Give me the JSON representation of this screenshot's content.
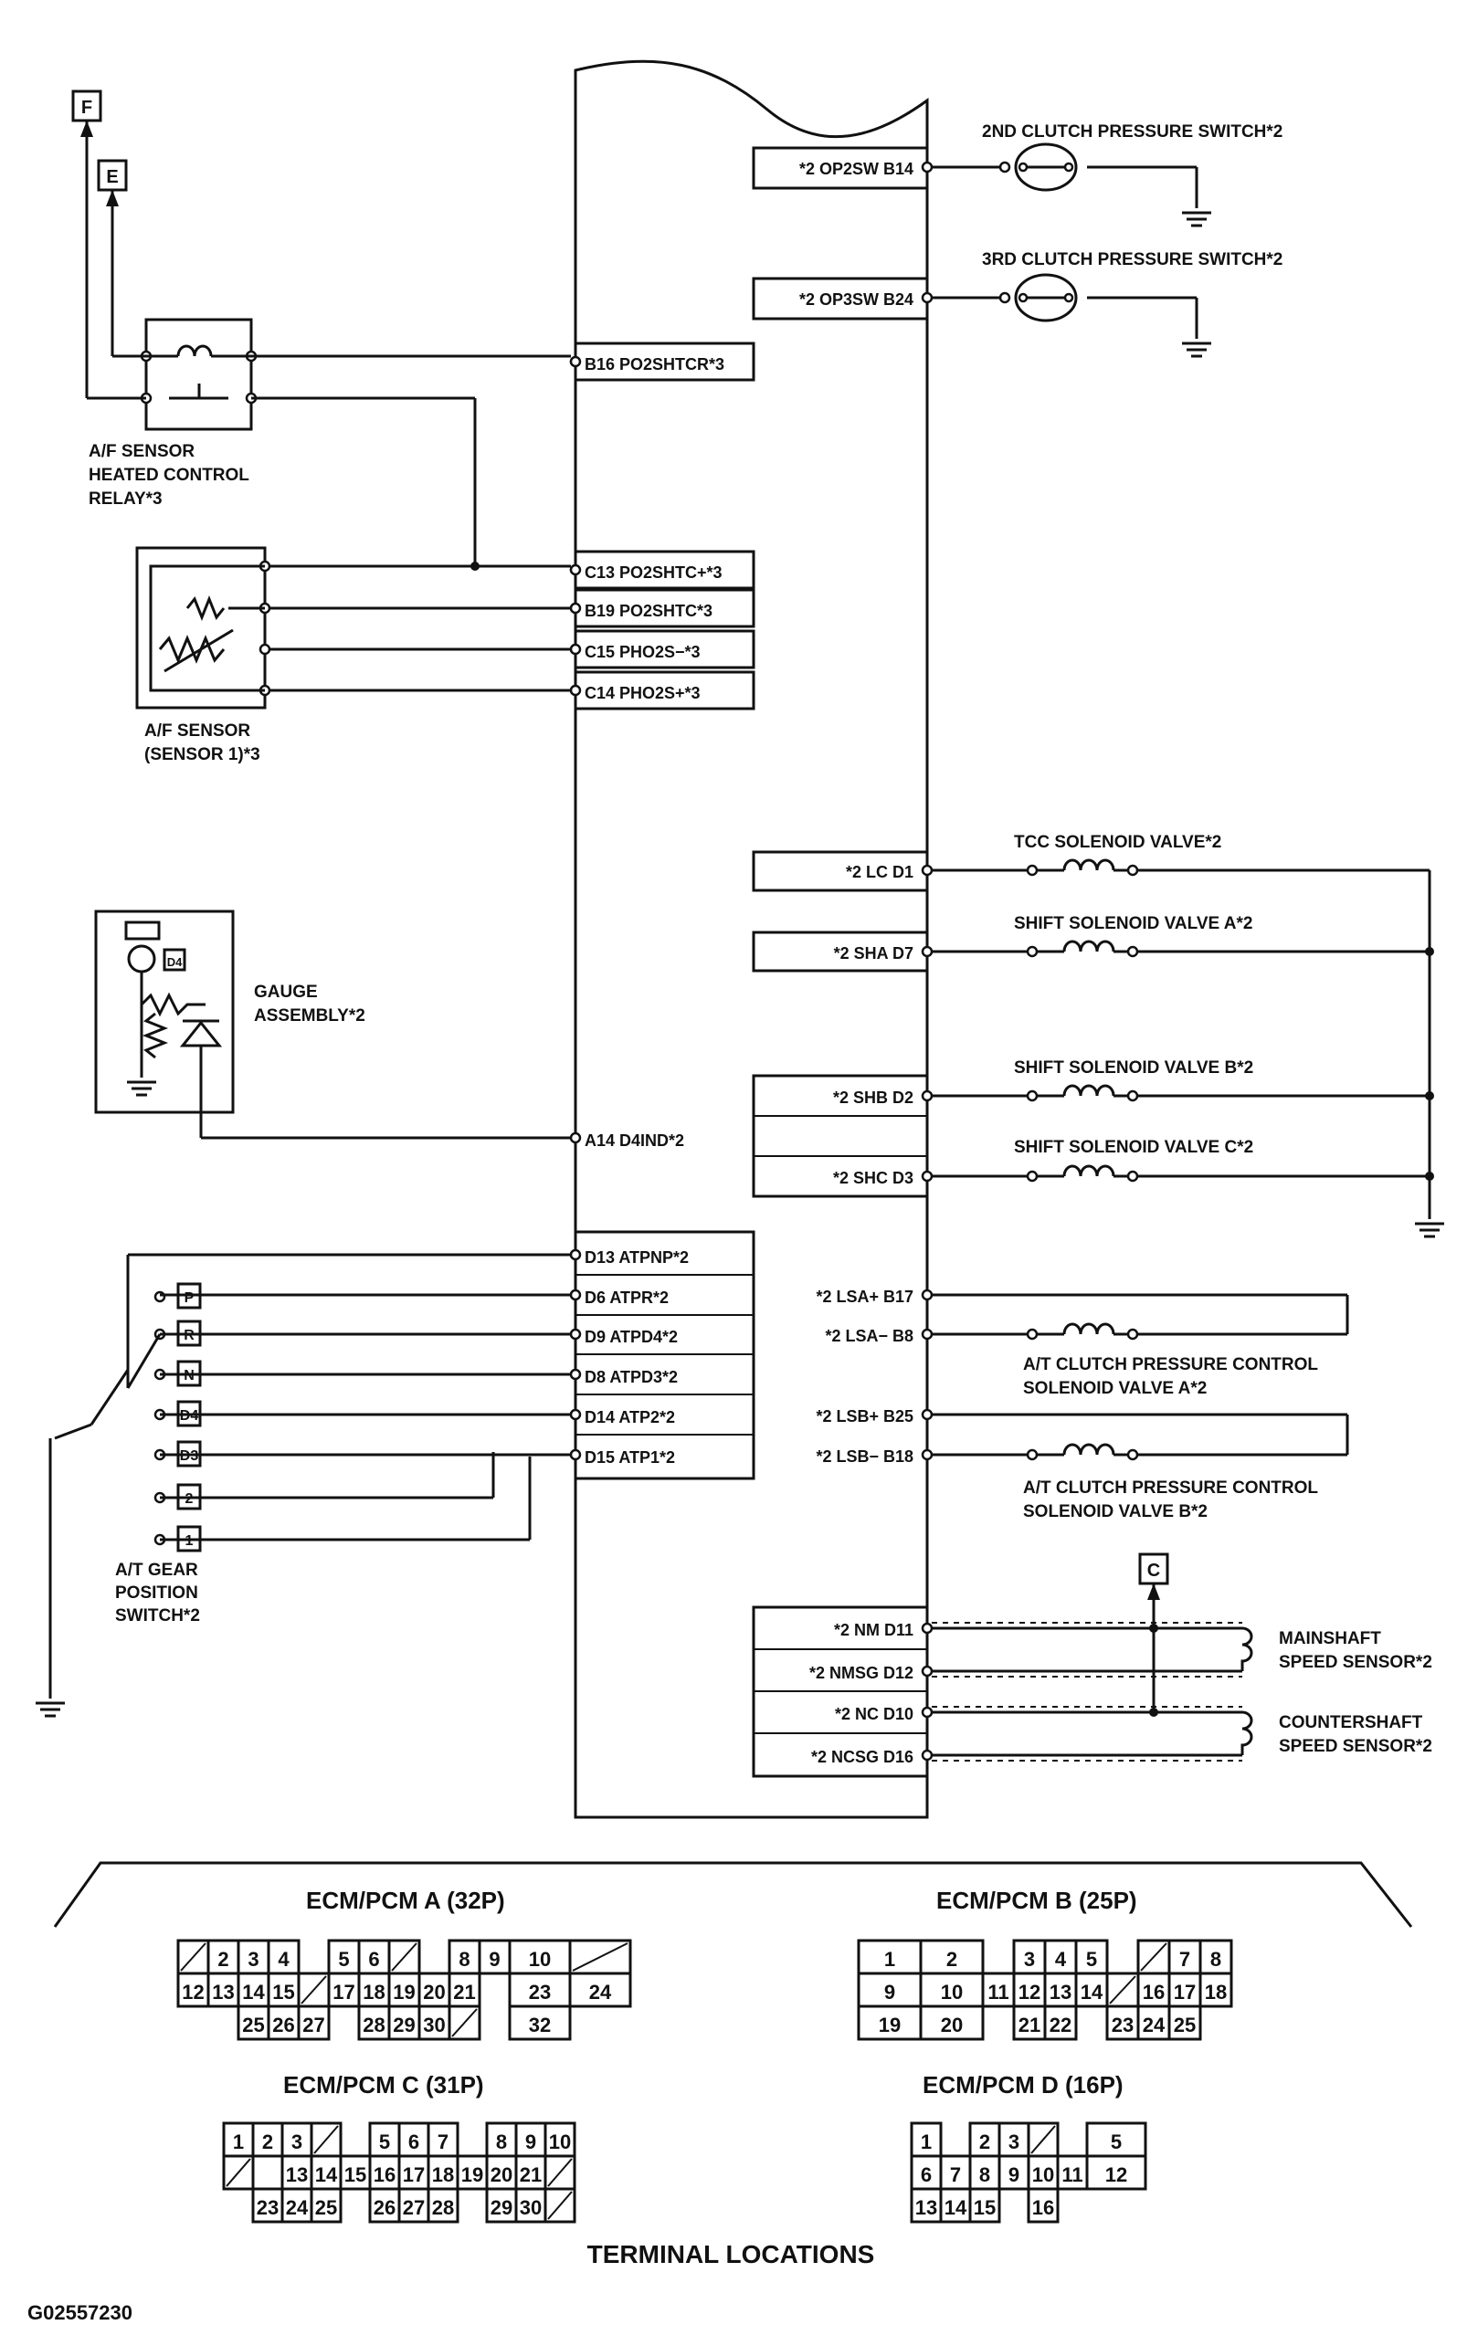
{
  "flags": {
    "f": "F",
    "e": "E",
    "c": "C"
  },
  "left": {
    "relay": [
      "A/F SENSOR",
      "HEATED CONTROL",
      "RELAY*3"
    ],
    "af_sensor": [
      "A/F SENSOR",
      "(SENSOR 1)*3"
    ],
    "gauge": [
      "GAUGE",
      "ASSEMBLY*2"
    ],
    "gauge_d4": "D4",
    "gear_switch": [
      "A/T GEAR",
      "POSITION",
      "SWITCH*2"
    ],
    "positions": [
      "P",
      "R",
      "N",
      "D4",
      "D3",
      "2",
      "1"
    ]
  },
  "ecm_left_pins": [
    "B16 PO2SHTCR*3",
    "C13 PO2SHTC+*3",
    "B19 PO2SHTC*3",
    "C15 PHO2S−*3",
    "C14 PHO2S+*3",
    "A14 D4IND*2",
    "D13 ATPNP*2",
    "D6 ATPR*2",
    "D9 ATPD4*2",
    "D8 ATPD3*2",
    "D14 ATP2*2",
    "D15 ATP1*2"
  ],
  "ecm_right_pins": [
    "*2 OP2SW B14",
    "*2 OP3SW B24",
    "*2 LC D1",
    "*2 SHA D7",
    "*2 SHB D2",
    "*2 SHC D3",
    "*2 LSA+ B17",
    "*2 LSA− B8",
    "*2 LSB+ B25",
    "*2 LSB− B18",
    "*2 NM D11",
    "*2 NMSG D12",
    "*2 NC D10",
    "*2 NCSG D16"
  ],
  "components": {
    "sw2": "2ND CLUTCH PRESSURE SWITCH*2",
    "sw3": "3RD CLUTCH PRESSURE SWITCH*2",
    "tcc": "TCC SOLENOID VALVE*2",
    "sha": "SHIFT SOLENOID VALVE A*2",
    "shb": "SHIFT SOLENOID VALVE B*2",
    "shc": "SHIFT SOLENOID VALVE C*2",
    "lsa": [
      "A/T CLUTCH PRESSURE CONTROL",
      "SOLENOID VALVE A*2"
    ],
    "lsb": [
      "A/T CLUTCH PRESSURE CONTROL",
      "SOLENOID VALVE B*2"
    ],
    "mainshaft": [
      "MAINSHAFT",
      "SPEED SENSOR*2"
    ],
    "countershaft": [
      "COUNTERSHAFT",
      "SPEED SENSOR*2"
    ]
  },
  "connectors": {
    "a": {
      "title": "ECM/PCM  A (32P)",
      "cells": [
        "2",
        "3",
        "4",
        "5",
        "6",
        "8",
        "9",
        "10",
        "12",
        "13",
        "14",
        "15",
        "17",
        "18",
        "19",
        "20",
        "21",
        "23",
        "24",
        "25",
        "26",
        "27",
        "28",
        "29",
        "30",
        "32"
      ]
    },
    "b": {
      "title": "ECM/PCM  B (25P)",
      "cells": [
        "1",
        "2",
        "3",
        "4",
        "5",
        "7",
        "8",
        "9",
        "10",
        "11",
        "12",
        "13",
        "14",
        "16",
        "17",
        "18",
        "19",
        "20",
        "21",
        "22",
        "23",
        "24",
        "25"
      ]
    },
    "c": {
      "title": "ECM/PCM  C (31P)",
      "cells": [
        "1",
        "2",
        "3",
        "5",
        "6",
        "7",
        "8",
        "9",
        "10",
        "13",
        "14",
        "15",
        "16",
        "17",
        "18",
        "19",
        "20",
        "21",
        "23",
        "24",
        "25",
        "26",
        "27",
        "28",
        "29",
        "30"
      ]
    },
    "d": {
      "title": "ECM/PCM  D (16P)",
      "cells": [
        "1",
        "2",
        "3",
        "5",
        "6",
        "7",
        "8",
        "9",
        "10",
        "11",
        "12",
        "13",
        "14",
        "15",
        "16"
      ]
    }
  },
  "footer": {
    "caption": "TERMINAL  LOCATIONS",
    "code": "G02557230"
  }
}
